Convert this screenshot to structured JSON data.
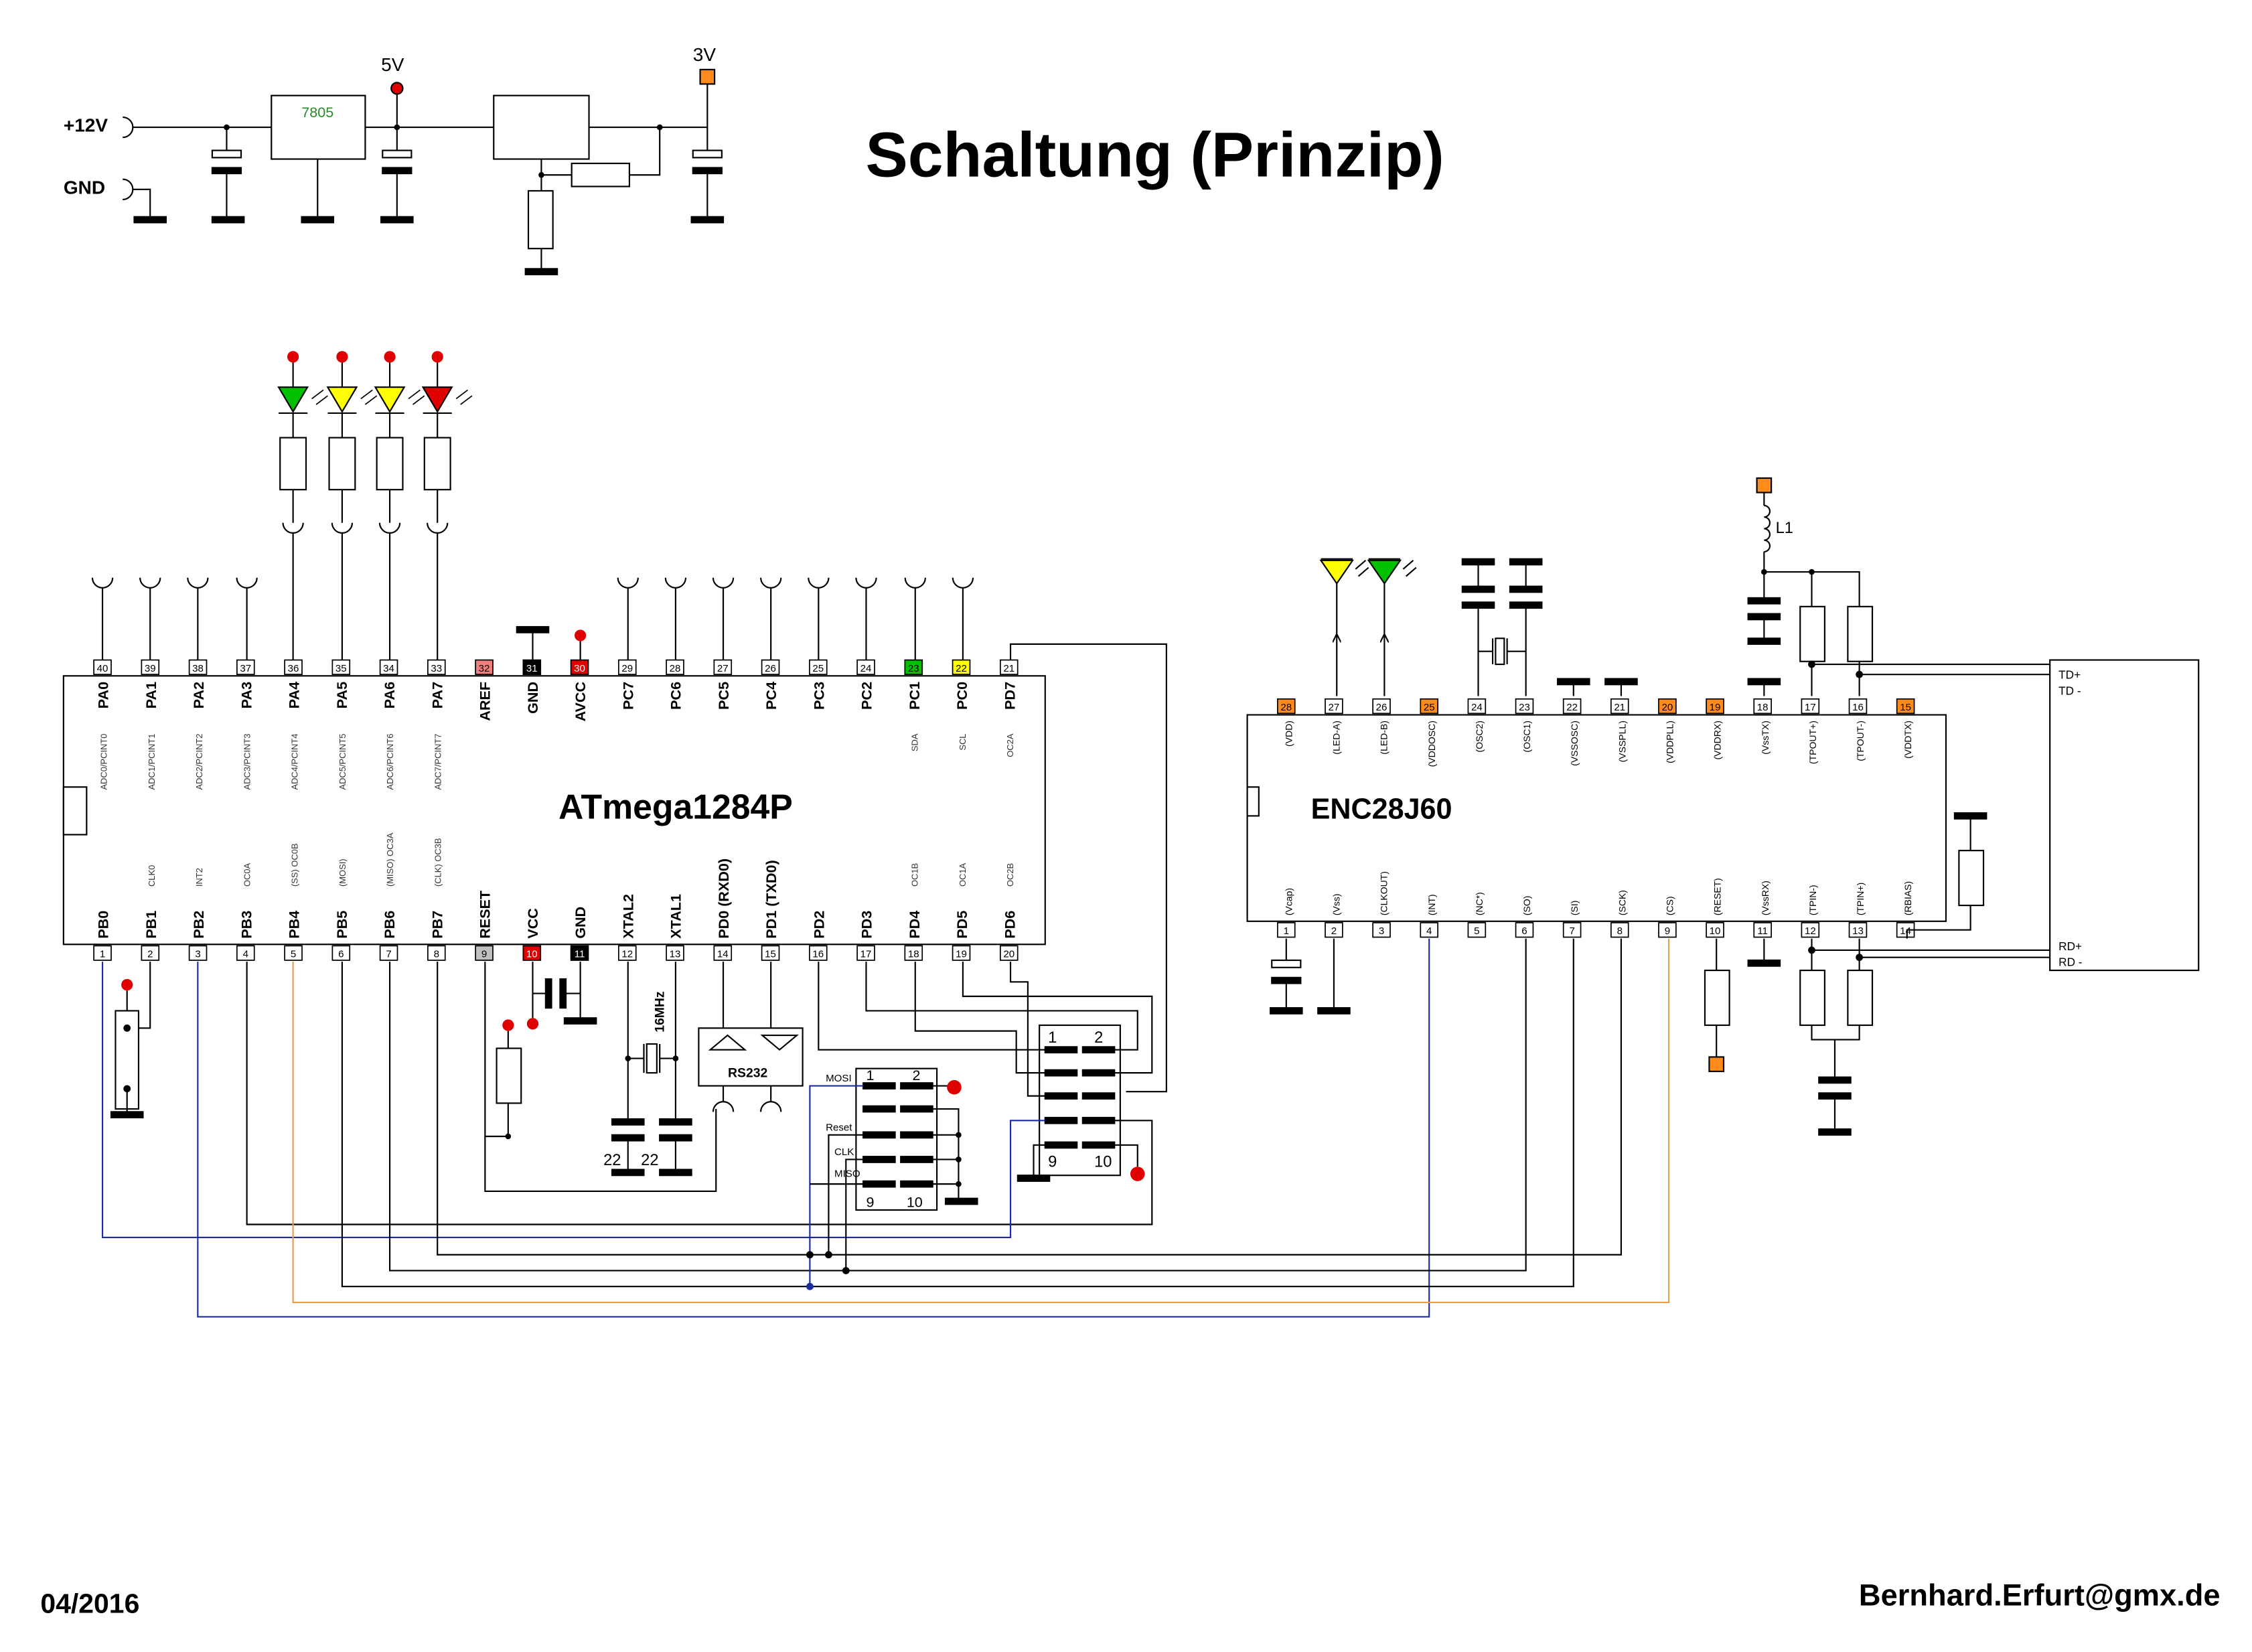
{
  "title": "Schaltung (Prinzip)",
  "date": "04/2016",
  "author": "Bernhard.Erfurt@gmx.de",
  "power": {
    "in12v": "+12V",
    "gnd": "GND",
    "regulator": "7805",
    "v5": "5V",
    "v3": "3V"
  },
  "colors": {
    "red": "#e00000",
    "orange": "#ff8c1a",
    "yellow": "#ffff00",
    "green": "#00c000",
    "blue": "#1c2e9e",
    "tan": "#e0a050",
    "wire": "#000000"
  },
  "atmega": {
    "name": "ATmega1284P",
    "top": [
      {
        "num": "40",
        "label": "PA0",
        "alt": "ADC0/PCINT0"
      },
      {
        "num": "39",
        "label": "PA1",
        "alt": "ADC1/PCINT1"
      },
      {
        "num": "38",
        "label": "PA2",
        "alt": "ADC2/PCINT2"
      },
      {
        "num": "37",
        "label": "PA3",
        "alt": "ADC3/PCINT3"
      },
      {
        "num": "36",
        "label": "PA4",
        "alt": "ADC4/PCINT4"
      },
      {
        "num": "35",
        "label": "PA5",
        "alt": "ADC5/PCINT5"
      },
      {
        "num": "34",
        "label": "PA6",
        "alt": "ADC6/PCINT6"
      },
      {
        "num": "33",
        "label": "PA7",
        "alt": "ADC7/PCINT7"
      },
      {
        "num": "32",
        "label": "AREF",
        "alt": "",
        "fill": "#f08080"
      },
      {
        "num": "31",
        "label": "GND",
        "alt": "",
        "fill": "#000000"
      },
      {
        "num": "30",
        "label": "AVCC",
        "alt": "",
        "fill": "#e00000"
      },
      {
        "num": "29",
        "label": "PC7",
        "alt": ""
      },
      {
        "num": "28",
        "label": "PC6",
        "alt": ""
      },
      {
        "num": "27",
        "label": "PC5",
        "alt": ""
      },
      {
        "num": "26",
        "label": "PC4",
        "alt": ""
      },
      {
        "num": "25",
        "label": "PC3",
        "alt": ""
      },
      {
        "num": "24",
        "label": "PC2",
        "alt": ""
      },
      {
        "num": "23",
        "label": "PC1",
        "alt": "SDA",
        "fill": "#00c000"
      },
      {
        "num": "22",
        "label": "PC0",
        "alt": "SCL",
        "fill": "#ffff00"
      },
      {
        "num": "21",
        "label": "PD7",
        "alt": "OC2A"
      }
    ],
    "bottom": [
      {
        "num": "1",
        "label": "PB0",
        "alt": ""
      },
      {
        "num": "2",
        "label": "PB1",
        "alt": "CLK0"
      },
      {
        "num": "3",
        "label": "PB2",
        "alt": "INT2"
      },
      {
        "num": "4",
        "label": "PB3",
        "alt": "OC0A"
      },
      {
        "num": "5",
        "label": "PB4",
        "alt": "(SS) OC0B"
      },
      {
        "num": "6",
        "label": "PB5",
        "alt": "(MOSI)"
      },
      {
        "num": "7",
        "label": "PB6",
        "alt": "(MISO) OC3A"
      },
      {
        "num": "8",
        "label": "PB7",
        "alt": "(CLK) OC3B"
      },
      {
        "num": "9",
        "label": "RESET",
        "alt": "",
        "fill": "#c0c0c0"
      },
      {
        "num": "10",
        "label": "VCC",
        "alt": "",
        "fill": "#e00000"
      },
      {
        "num": "11",
        "label": "GND",
        "alt": "",
        "fill": "#000000"
      },
      {
        "num": "12",
        "label": "XTAL2",
        "alt": ""
      },
      {
        "num": "13",
        "label": "XTAL1",
        "alt": ""
      },
      {
        "num": "14",
        "label": "PD0 (RXD0)",
        "alt": ""
      },
      {
        "num": "15",
        "label": "PD1 (TXD0)",
        "alt": ""
      },
      {
        "num": "16",
        "label": "PD2",
        "alt": ""
      },
      {
        "num": "17",
        "label": "PD3",
        "alt": ""
      },
      {
        "num": "18",
        "label": "PD4",
        "alt": "OC1B"
      },
      {
        "num": "19",
        "label": "PD5",
        "alt": "OC1A"
      },
      {
        "num": "20",
        "label": "PD6",
        "alt": "OC2B"
      }
    ]
  },
  "enc": {
    "name": "ENC28J60",
    "top": [
      {
        "num": "28",
        "label": "(VDD)",
        "fill": "#ff8c1a"
      },
      {
        "num": "27",
        "label": "(LED-A)"
      },
      {
        "num": "26",
        "label": "(LED-B)"
      },
      {
        "num": "25",
        "label": "(VDDOSC)",
        "fill": "#ff8c1a"
      },
      {
        "num": "24",
        "label": "(OSC2)"
      },
      {
        "num": "23",
        "label": "(OSC1)"
      },
      {
        "num": "22",
        "label": "(VSSOSC)"
      },
      {
        "num": "21",
        "label": "(VSSPLL)"
      },
      {
        "num": "20",
        "label": "(VDDPLL)",
        "fill": "#ff8c1a"
      },
      {
        "num": "19",
        "label": "(VDDRX)",
        "fill": "#ff8c1a"
      },
      {
        "num": "18",
        "label": "(VssTX)"
      },
      {
        "num": "17",
        "label": "(TPOUT+)"
      },
      {
        "num": "16",
        "label": "(TPOUT-)"
      },
      {
        "num": "15",
        "label": "(VDDTX)",
        "fill": "#ff8c1a"
      }
    ],
    "bottom": [
      {
        "num": "1",
        "label": "(Vcap)"
      },
      {
        "num": "2",
        "label": "(Vss)"
      },
      {
        "num": "3",
        "label": "(CLKOUT)"
      },
      {
        "num": "4",
        "label": "(INT)"
      },
      {
        "num": "5",
        "label": "(NC*)"
      },
      {
        "num": "6",
        "label": "(SO)"
      },
      {
        "num": "7",
        "label": "(SI)"
      },
      {
        "num": "8",
        "label": "(SCK)"
      },
      {
        "num": "9",
        "label": "(CS)"
      },
      {
        "num": "10",
        "label": "(RESET)"
      },
      {
        "num": "11",
        "label": "(VssRX)"
      },
      {
        "num": "12",
        "label": "(TPIN-)"
      },
      {
        "num": "13",
        "label": "(TPIN+)"
      },
      {
        "num": "14",
        "label": "(RBIAS)"
      }
    ]
  },
  "parts": {
    "inductor": "L1",
    "crystal": "16MHz",
    "cap1": "22",
    "cap2": "22",
    "rs232": "RS232",
    "isp": {
      "mosi": "MOSI",
      "reset": "Reset",
      "clk": "CLK",
      "miso": "MISO",
      "p1": "1",
      "p2": "2",
      "p9": "9",
      "p10": "10"
    },
    "hdr": {
      "p1": "1",
      "p2": "2",
      "p9": "9",
      "p10": "10"
    },
    "magjack": {
      "tdp": "TD+",
      "tdm": "TD -",
      "rdp": "RD+",
      "rdm": "RD -"
    }
  }
}
